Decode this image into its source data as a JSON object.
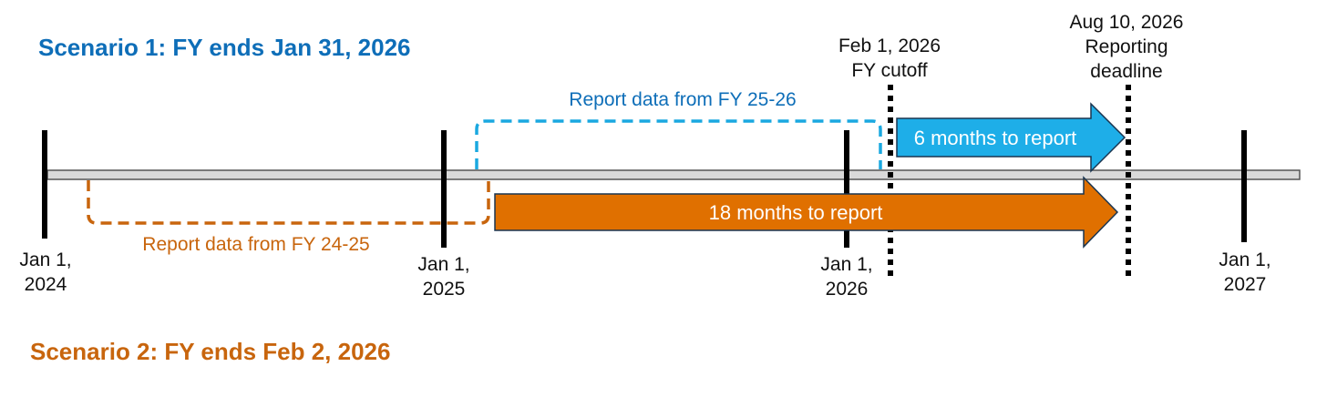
{
  "scenario1": {
    "title": "Scenario 1: FY ends Jan 31, 2026",
    "color": "#0e6eb8",
    "bracket_label": "Report data from FY 25-26",
    "bracket_color": "#1aa8e0",
    "arrow_label": "6 months to report",
    "arrow_color": "#1eaee8"
  },
  "scenario2": {
    "title": "Scenario 2: FY ends Feb 2, 2026",
    "color": "#c8650d",
    "bracket_label": "Report data from FY 24-25",
    "bracket_color": "#c8650d",
    "arrow_label": "18 months to report",
    "arrow_color": "#e07000"
  },
  "ticks": [
    {
      "line1": "Jan 1,",
      "line2": "2024"
    },
    {
      "line1": "Jan 1,",
      "line2": "2025"
    },
    {
      "line1": "Jan 1,",
      "line2": "2026"
    },
    {
      "line1": "Jan 1,",
      "line2": "2027"
    }
  ],
  "cutoff": {
    "line1": "Feb 1, 2026",
    "line2": "FY cutoff"
  },
  "deadline": {
    "line1": "Aug 10, 2026",
    "line2": "Reporting",
    "line3": "deadline"
  }
}
